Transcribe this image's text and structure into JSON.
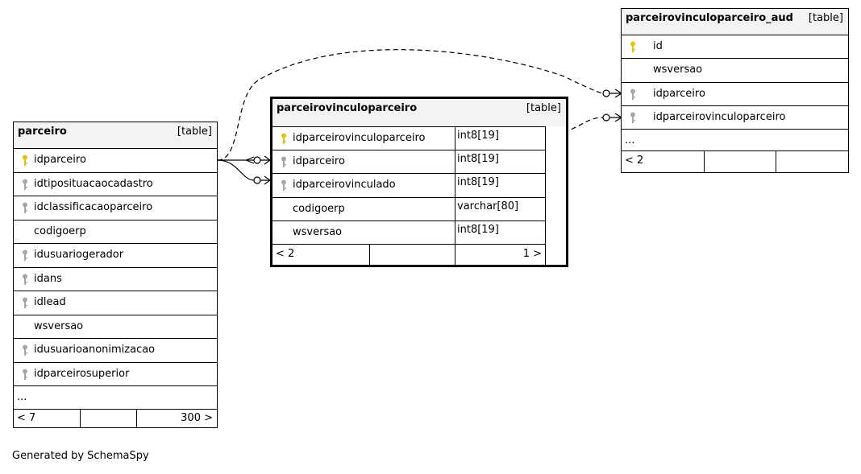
{
  "tables": {
    "parceiro": {
      "name": "parceiro",
      "kind": "[table]",
      "columns": [
        {
          "name": "idparceiro",
          "key": "primary"
        },
        {
          "name": "idtiposituacaocadastro",
          "key": "foreign"
        },
        {
          "name": "idclassificacaoparceiro",
          "key": "foreign"
        },
        {
          "name": "codigoerp",
          "key": "none"
        },
        {
          "name": "idusuariogerador",
          "key": "foreign"
        },
        {
          "name": "idans",
          "key": "foreign"
        },
        {
          "name": "idlead",
          "key": "foreign"
        },
        {
          "name": "wsversao",
          "key": "none"
        },
        {
          "name": "idusuarioanonimizacao",
          "key": "foreign"
        },
        {
          "name": "idparceirosuperior",
          "key": "foreign"
        }
      ],
      "more": "...",
      "footer_left": "< 7",
      "footer_right": "300 >"
    },
    "parceirovinculoparceiro": {
      "name": "parceirovinculoparceiro",
      "kind": "[table]",
      "columns": [
        {
          "name": "idparceirovinculoparceiro",
          "type": "int8[19]",
          "key": "primary"
        },
        {
          "name": "idparceiro",
          "type": "int8[19]",
          "key": "foreign"
        },
        {
          "name": "idparceirovinculado",
          "type": "int8[19]",
          "key": "foreign"
        },
        {
          "name": "codigoerp",
          "type": "varchar[80]",
          "key": "none"
        },
        {
          "name": "wsversao",
          "type": "int8[19]",
          "key": "none"
        }
      ],
      "footer_left": "< 2",
      "footer_right": "1 >"
    },
    "parceirovinculoparceiro_aud": {
      "name": "parceirovinculoparceiro_aud",
      "kind": "[table]",
      "columns": [
        {
          "name": "id",
          "key": "primary"
        },
        {
          "name": "wsversao",
          "key": "none"
        },
        {
          "name": "idparceiro",
          "key": "foreign"
        },
        {
          "name": "idparceirovinculoparceiro",
          "key": "foreign"
        }
      ],
      "more": "...",
      "footer_left": "< 2"
    }
  },
  "key_colors": {
    "primary": "#e8c200",
    "foreign": "#a7a7a7"
  },
  "footer_text": "Generated by SchemaSpy"
}
